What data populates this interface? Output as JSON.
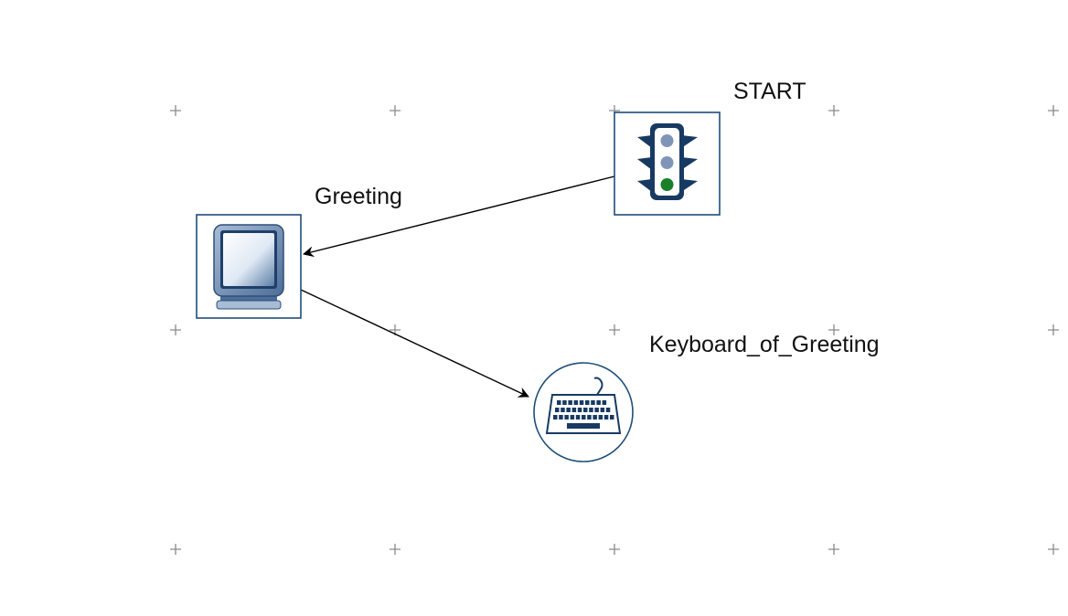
{
  "diagram": {
    "nodes": [
      {
        "id": "start",
        "label": "START",
        "icon": "traffic-light-icon"
      },
      {
        "id": "greeting",
        "label": "Greeting",
        "icon": "monitor-icon"
      },
      {
        "id": "keyboard",
        "label": "Keyboard_of_Greeting",
        "icon": "keyboard-icon"
      }
    ],
    "edges": [
      {
        "from": "start",
        "to": "greeting"
      },
      {
        "from": "greeting",
        "to": "keyboard"
      }
    ],
    "colors": {
      "node_border": "#1f4e79",
      "icon_dark": "#173a63",
      "light_inactive": "#7f95b8",
      "light_active": "#1a7f2b",
      "grid_marker": "#8a8a8a",
      "edge": "#000000"
    }
  }
}
